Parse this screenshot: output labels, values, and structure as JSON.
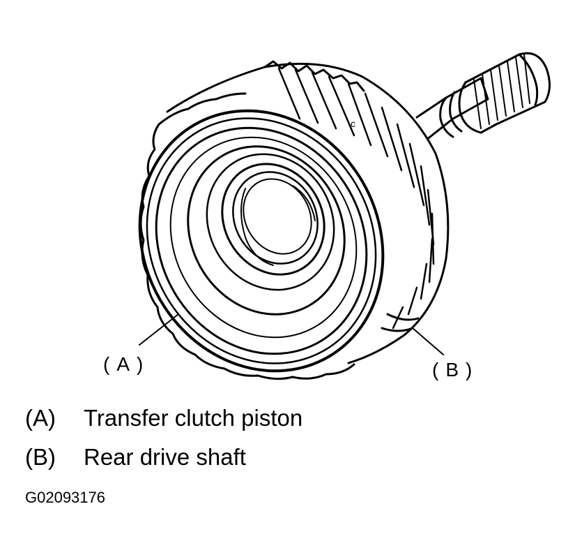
{
  "callouts": {
    "a": "(A)",
    "b": "(B)"
  },
  "legend": [
    {
      "key": "(A)",
      "text": "Transfer clutch piston"
    },
    {
      "key": "(B)",
      "text": "Rear drive shaft"
    }
  ],
  "part_mark": "c",
  "figure_code": "G02093176"
}
